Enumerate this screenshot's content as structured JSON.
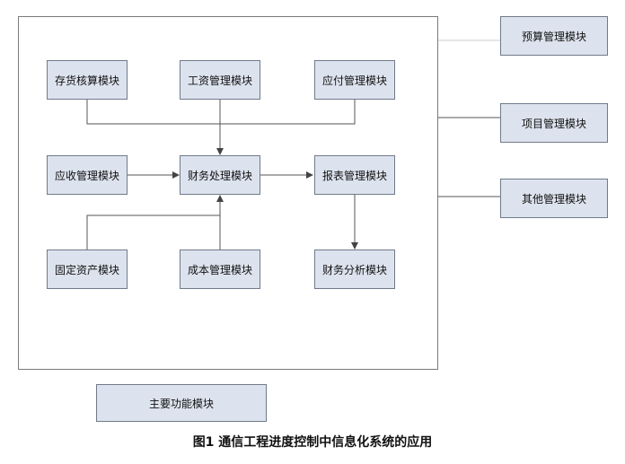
{
  "modules": {
    "inventory": "存货核算模块",
    "salary": "工资管理模块",
    "payable": "应付管理模块",
    "receivable": "应收管理模块",
    "finance": "财务处理模块",
    "report": "报表管理模块",
    "fixed_assets": "固定资产模块",
    "cost": "成本管理模块",
    "analysis": "财务分析模块"
  },
  "side_modules": {
    "budget": "预算管理模块",
    "project": "项目管理模块",
    "other": "其他管理模块"
  },
  "main_module": "主要功能模块",
  "caption": "图1 通信工程进度控制中信息化系统的应用",
  "colors": {
    "box_fill": "#dde3ee",
    "box_border": "#6f7a8a",
    "line": "#555555"
  }
}
